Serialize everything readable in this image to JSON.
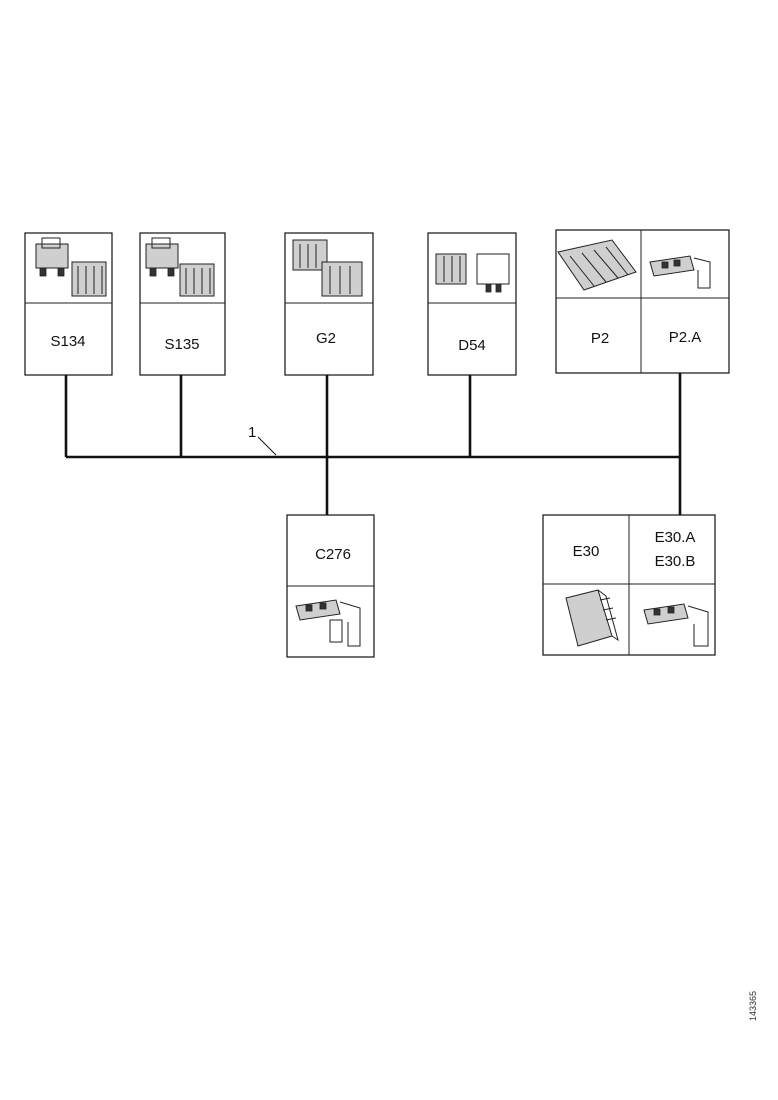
{
  "connectors": [
    {
      "id": "s134",
      "label": "S134"
    },
    {
      "id": "s135",
      "label": "S135"
    },
    {
      "id": "g2",
      "label": "G2"
    },
    {
      "id": "d54",
      "label": "D54"
    },
    {
      "id": "p2",
      "label": "P2"
    },
    {
      "id": "p2a",
      "label": "P2.A"
    },
    {
      "id": "c276",
      "label": "C276"
    },
    {
      "id": "e30",
      "label": "E30"
    },
    {
      "id": "e30ab",
      "label_line1": "E30.A",
      "label_line2": "E30.B"
    }
  ],
  "harness": {
    "callout": "1"
  },
  "figure_reference": "143365"
}
